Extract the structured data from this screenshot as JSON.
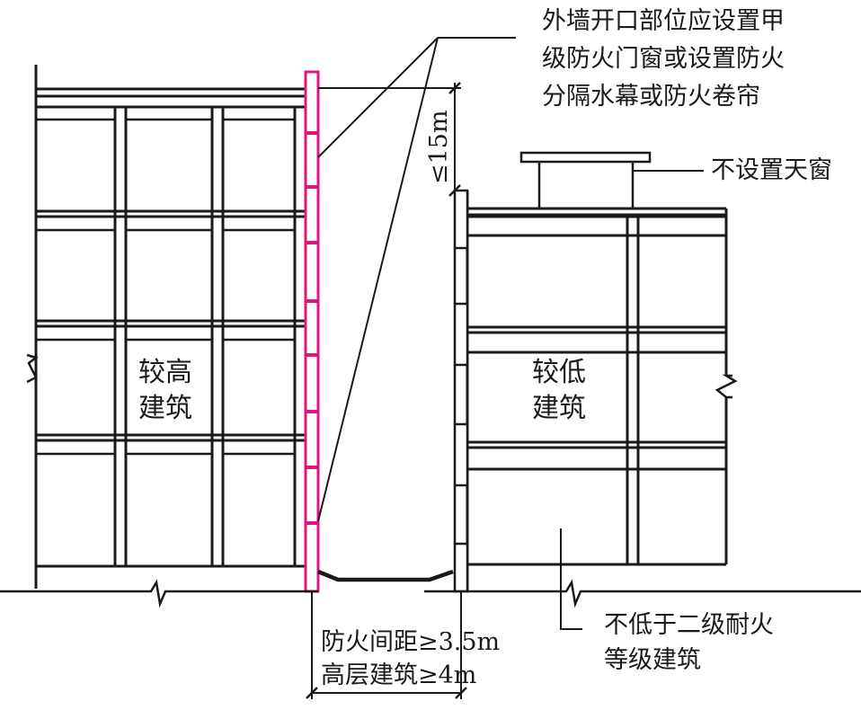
{
  "labels": {
    "fire_opening": [
      "外墙开口部位应设置甲",
      "级防火门窗或设置防火",
      "分隔水幕或防火卷帘"
    ],
    "no_skylight": "不设置天窗",
    "fire_rating": [
      "不低于二级耐火",
      "等级建筑"
    ],
    "spacing": [
      "防火间距≥3.5m",
      "高层建筑≥4m"
    ],
    "height_limit": "≤15m"
  },
  "buildings": {
    "taller": [
      "较高",
      "建筑"
    ],
    "lower": [
      "较低",
      "建筑"
    ]
  },
  "colors": {
    "line": "#1a1a1a",
    "fire_wall": "#e0157f"
  }
}
